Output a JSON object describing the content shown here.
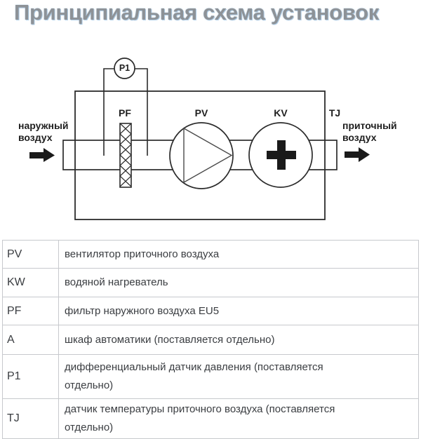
{
  "title": "Принципиальная схема установок",
  "diagram": {
    "sensor_label": "P1",
    "filter_label": "PF",
    "fan_label": "PV",
    "heater_label": "KV",
    "temp_sensor_label": "TJ",
    "outside_air_caption": "наружный\nвоздух",
    "supply_air_caption": "приточный\nвоздух"
  },
  "legend_table": {
    "rows": [
      {
        "code": "PV",
        "description": "вентилятор приточного воздуха"
      },
      {
        "code": "KW",
        "description": "водяной нагреватель"
      },
      {
        "code": "PF",
        "description": "фильтр наружного воздуха EU5"
      },
      {
        "code": "A",
        "description": "шкаф автоматики (поставляется отдельно)"
      },
      {
        "code": "P1",
        "description": "дифференциальный датчик давления (поставляется\nотдельно)"
      },
      {
        "code": "TJ",
        "description": "датчик температуры приточного воздуха (поставляется\nотдельно)"
      }
    ]
  },
  "colors": {
    "title_text": "#8d9297",
    "title_glow": "#aecbe4",
    "diagram_line": "#2b2b2b",
    "solid_black": "#1a1a1a",
    "table_border": "#c7c9cd",
    "table_text": "#3a3d41"
  }
}
